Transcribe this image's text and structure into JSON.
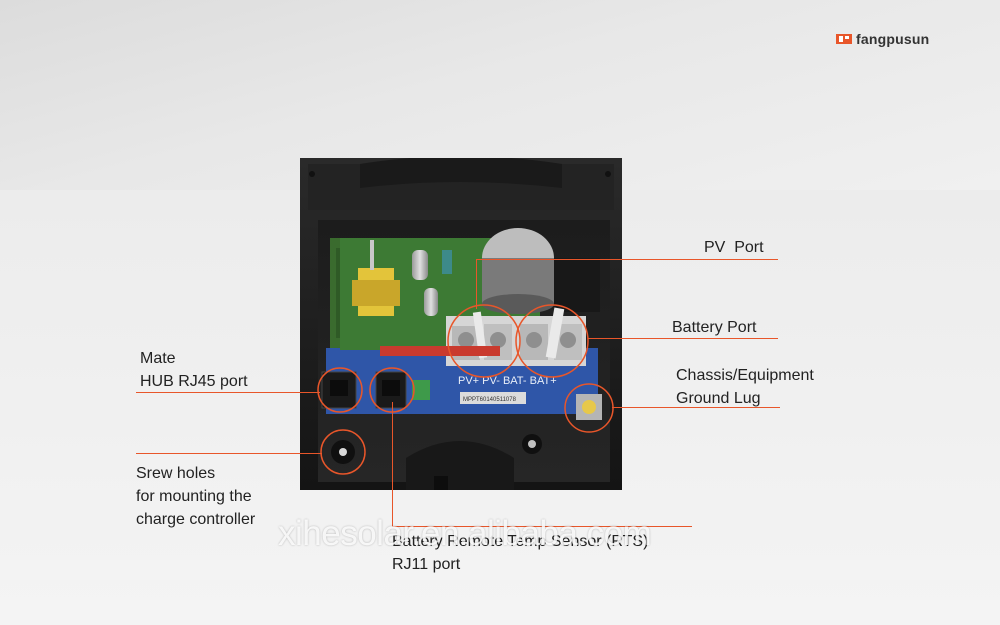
{
  "brand": {
    "name": "fangpusun",
    "accent_color": "#e8562a"
  },
  "labels": {
    "pv_port": "PV  Port",
    "battery_port": "Battery Port",
    "chassis_line1": "Chassis/Equipment",
    "chassis_line2": "Ground Lug",
    "mate_line1": "Mate",
    "mate_line2": "HUB RJ45 port",
    "screw_line1": "Srew holes",
    "screw_line2": "for mounting the",
    "screw_line3": "charge controller",
    "rts_line1": "Battery Remote Temp Sensor (RTS)",
    "rts_line2": "RJ11 port"
  },
  "board_text": {
    "terminal_labels": "PV+ PV- BAT- BAT+",
    "sticker": "MPPT60140511078"
  },
  "watermark": "xihesolar.en.alibaba.com"
}
